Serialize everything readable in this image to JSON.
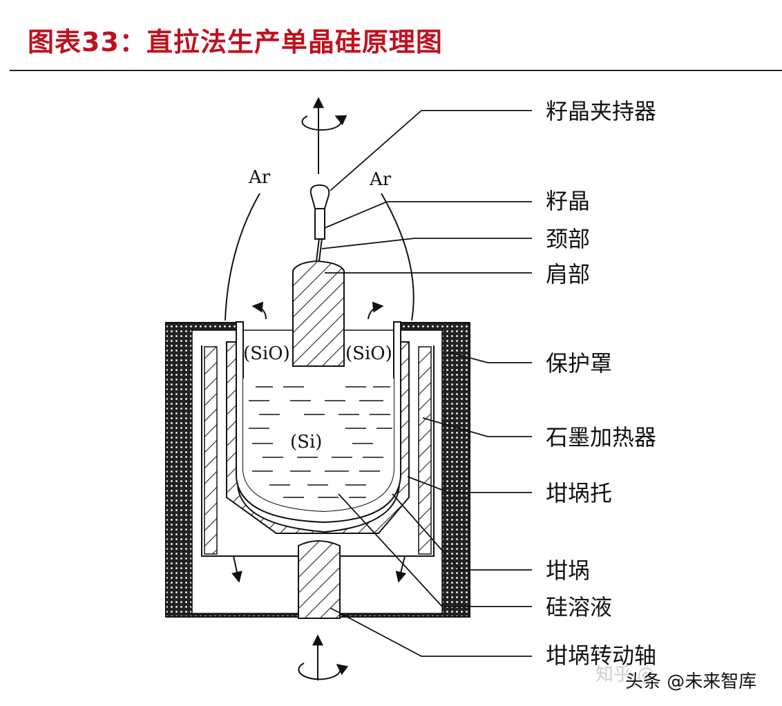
{
  "title": "图表33：直拉法生产单晶硅原理图",
  "gas_left": "Ar",
  "gas_right": "Ar",
  "sio_left": "(SiO)",
  "sio_right": "(SiO)",
  "si": "(Si)",
  "labels": {
    "seed_holder": "籽晶夹持器",
    "seed": "籽晶",
    "neck": "颈部",
    "shoulder": "肩部",
    "shield": "保护罩",
    "heater": "石墨加热器",
    "susceptor": "坩埚托",
    "crucible": "坩埚",
    "melt": "硅溶液",
    "shaft": "坩埚转动轴"
  },
  "watermark": {
    "zhihu": "知乎 @",
    "source": "头条 @未来智库"
  },
  "colors": {
    "title": "#c0101f",
    "ink": "#111111"
  }
}
